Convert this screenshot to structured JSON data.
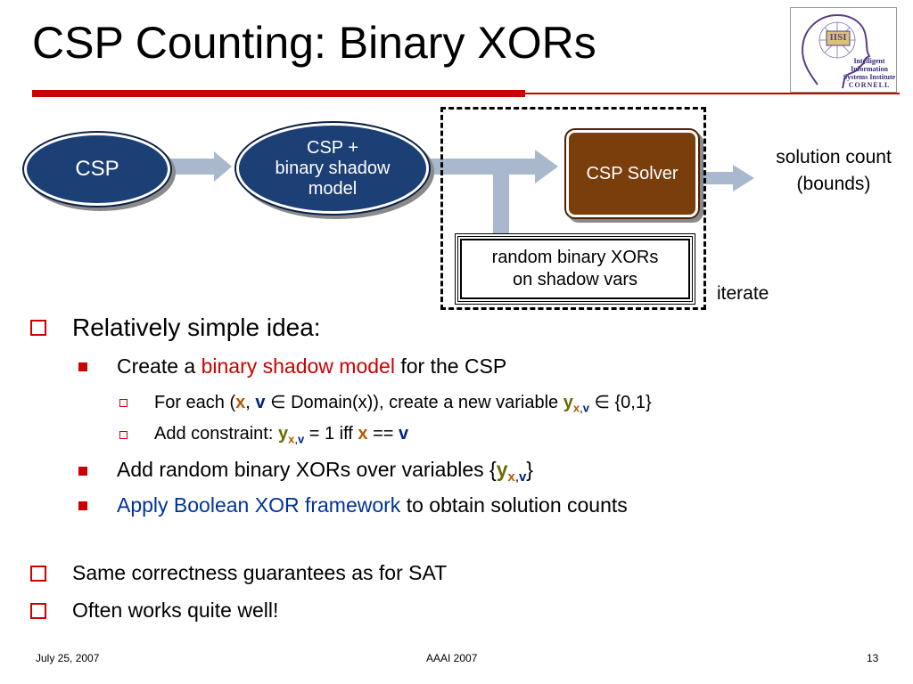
{
  "slide": {
    "title": "CSP Counting: Binary XORs",
    "logo": {
      "letters": "IISI",
      "line1": "Intelligent Information",
      "line2": "Systems Institute",
      "line3": "CORNELL"
    },
    "diagram": {
      "csp": "CSP",
      "model_line1": "CSP  +",
      "model_line2": "binary shadow",
      "model_line3": "model",
      "solver": "CSP Solver",
      "solution_line1": "solution count",
      "solution_line2": "(bounds)",
      "xor_line1": "random binary XORs",
      "xor_line2": "on shadow vars",
      "iterate": "iterate"
    },
    "bullets": {
      "idea": "Relatively simple idea:",
      "create_prefix": "Create a ",
      "create_highlight": "binary shadow model",
      "create_suffix": " for the CSP",
      "foreach_prefix": "For each (",
      "var_x": "x",
      "comma": ", ",
      "var_v": "v",
      "elem": " ∈ Domain(x)), create a new variable ",
      "var_y": "y",
      "sub_x": "x",
      "sub_comma": ",",
      "sub_v": "v",
      "set01": " ∈ {0,1}",
      "constraint_prefix": "Add constraint:  ",
      "constraint_mid": " = 1  iff ",
      "eqeq": " == ",
      "addxor_prefix": "Add random binary XORs over variables {",
      "addxor_suffix": "}",
      "apply_highlight": "Apply Boolean XOR framework",
      "apply_suffix": " to obtain solution counts",
      "same": "Same correctness guarantees as for SAT",
      "often": "Often works quite well!"
    },
    "footer": {
      "date": "July 25, 2007",
      "conference": "AAAI 2007",
      "page": "13"
    }
  }
}
